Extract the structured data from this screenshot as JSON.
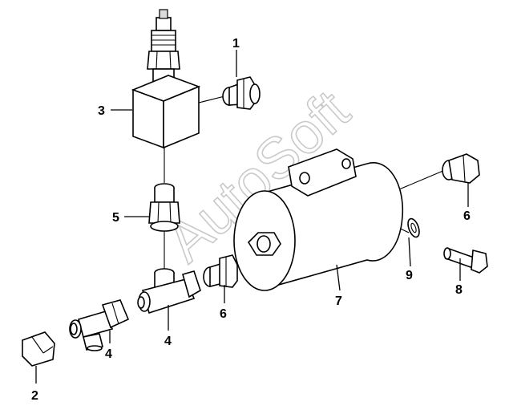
{
  "watermark": "AutoSoft",
  "labels": {
    "l1": "1",
    "l2": "2",
    "l3": "3",
    "l4a": "4",
    "l4b": "4",
    "l5": "5",
    "l6a": "6",
    "l6b": "6",
    "l7": "7",
    "l8": "8",
    "l9": "9"
  }
}
